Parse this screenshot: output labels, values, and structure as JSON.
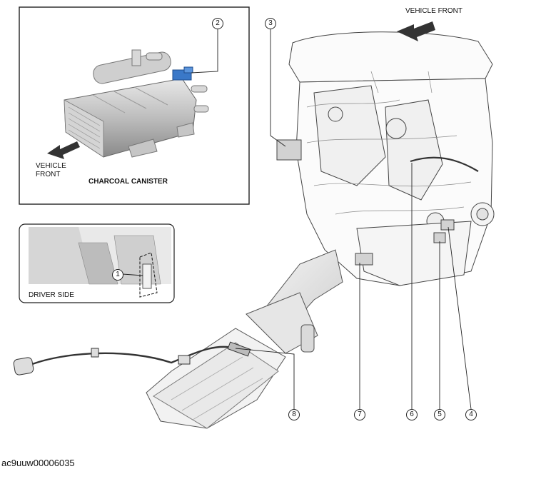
{
  "labels": {
    "vehicle_front_top": "VEHICLE FRONT",
    "vehicle_front_inset": "VEHICLE\nFRONT",
    "charcoal_canister": "CHARCOAL CANISTER",
    "driver_side": "DRIVER SIDE"
  },
  "callouts": {
    "c1": "1",
    "c2": "2",
    "c3": "3",
    "c4": "4",
    "c5": "5",
    "c6": "6",
    "c7": "7",
    "c8": "8"
  },
  "caption": "ac9uuw00006035"
}
